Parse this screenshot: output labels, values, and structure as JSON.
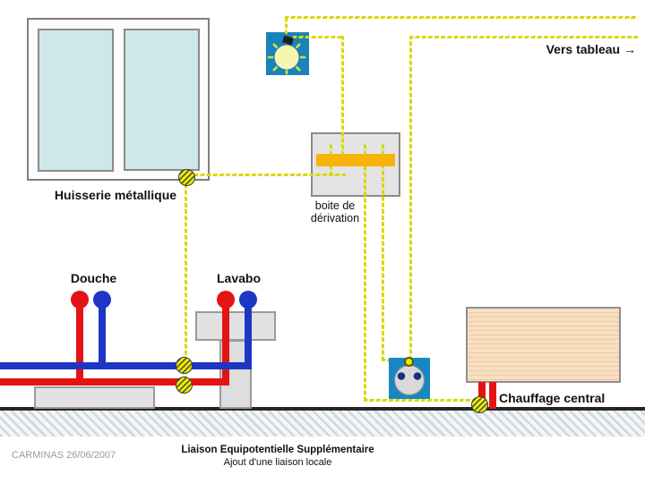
{
  "title": "Liaison Equipotentielle Supplémentaire",
  "subtitle": "Ajout d'une liaison locale",
  "credit": "CARMINAS 26/06/2007",
  "labels": {
    "window": "Huisserie métallique",
    "junction_box_line1": "boite de",
    "junction_box_line2": "dérivation",
    "to_panel": "Vers tableau →",
    "shower": "Douche",
    "washbasin": "Lavabo",
    "central_heating": "Chauffage central"
  },
  "colors": {
    "earth_wire": "#d8d800",
    "bond_yellow": "#e9e900",
    "hot_pipe": "#e41414",
    "cold_pipe": "#1f35c4",
    "fixture_blue": "#1a82ba",
    "socket_blue": "#1787c4",
    "terminal_bar": "#f6b30a",
    "radiator_fill": "#f8dfc2",
    "radiator_stripe": "#eec9a4",
    "window_pane": "#cfe7e9"
  }
}
